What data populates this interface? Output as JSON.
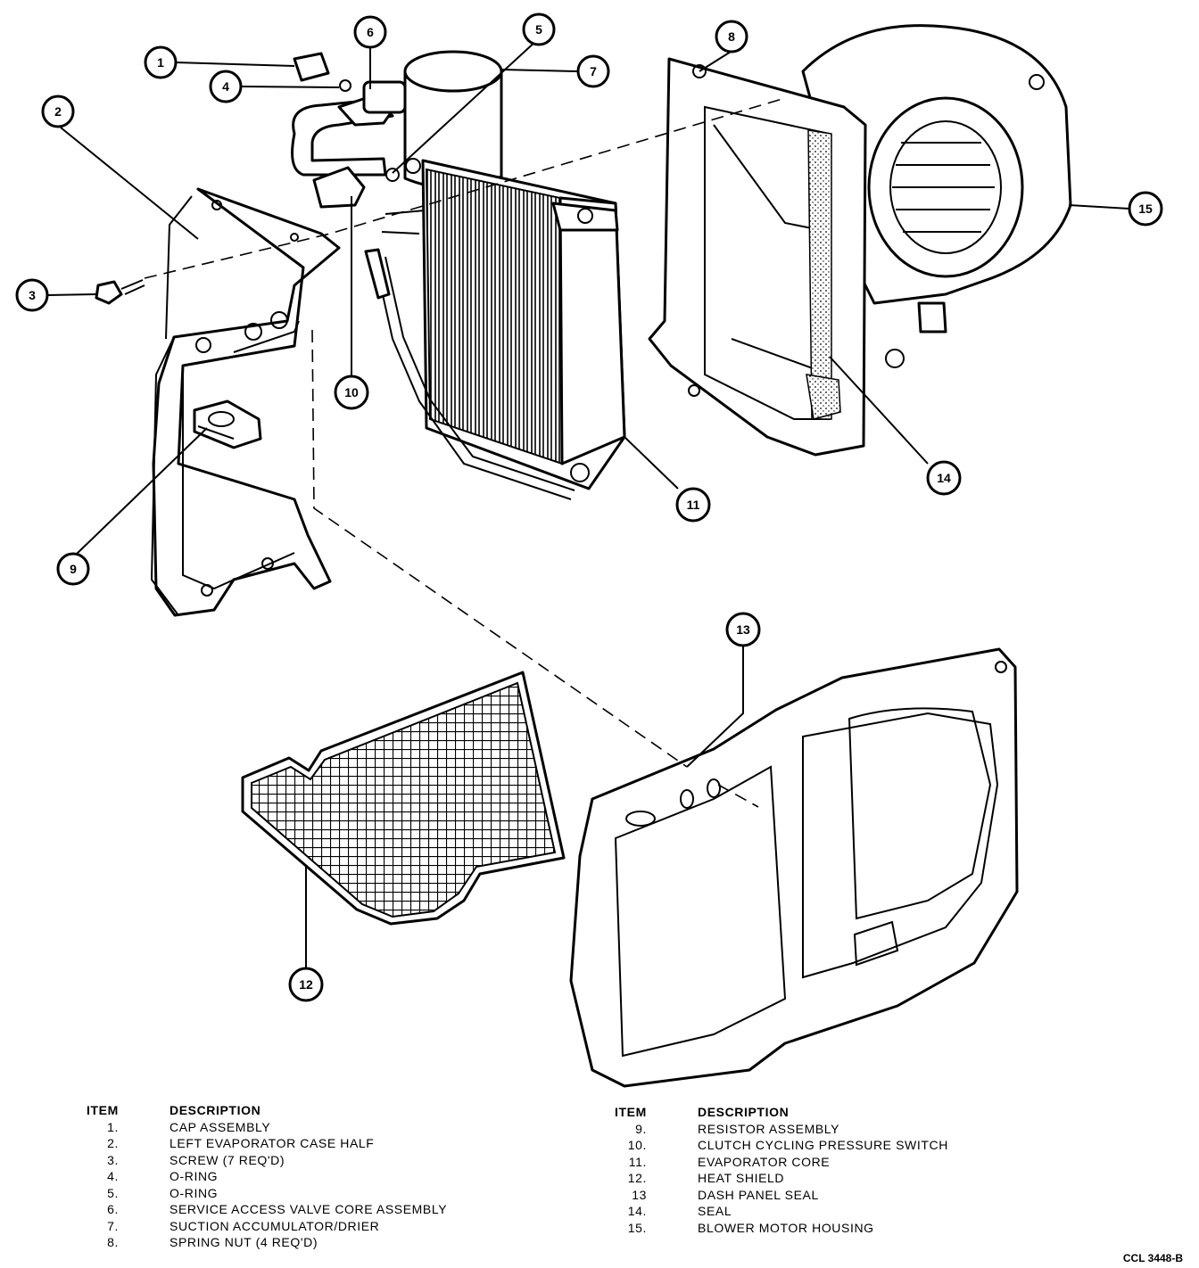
{
  "callouts": [
    "1",
    "2",
    "3",
    "4",
    "5",
    "6",
    "7",
    "8",
    "9",
    "10",
    "11",
    "12",
    "13",
    "14",
    "15"
  ],
  "legend": {
    "item_header": "ITEM",
    "description_header": "DESCRIPTION",
    "left": [
      {
        "num": "1.",
        "desc": "CAP ASSEMBLY"
      },
      {
        "num": "2.",
        "desc": "LEFT EVAPORATOR CASE HALF"
      },
      {
        "num": "3.",
        "desc": "SCREW  (7 REQ'D)"
      },
      {
        "num": "4.",
        "desc": "O-RING"
      },
      {
        "num": "5.",
        "desc": "O-RING"
      },
      {
        "num": "6.",
        "desc": "SERVICE ACCESS VALVE CORE ASSEMBLY"
      },
      {
        "num": "7.",
        "desc": "SUCTION ACCUMULATOR/DRIER"
      },
      {
        "num": "8.",
        "desc": "SPRING NUT (4 REQ'D)"
      }
    ],
    "right": [
      {
        "num": "9.",
        "desc": "RESISTOR ASSEMBLY"
      },
      {
        "num": "10.",
        "desc": "CLUTCH CYCLING PRESSURE SWITCH"
      },
      {
        "num": "11.",
        "desc": "EVAPORATOR CORE"
      },
      {
        "num": "12.",
        "desc": "HEAT SHIELD"
      },
      {
        "num": "13",
        "desc": "DASH PANEL SEAL"
      },
      {
        "num": "14.",
        "desc": "SEAL"
      },
      {
        "num": "15.",
        "desc": "BLOWER MOTOR HOUSING"
      }
    ]
  },
  "figure_code": "CCL 3448-B"
}
